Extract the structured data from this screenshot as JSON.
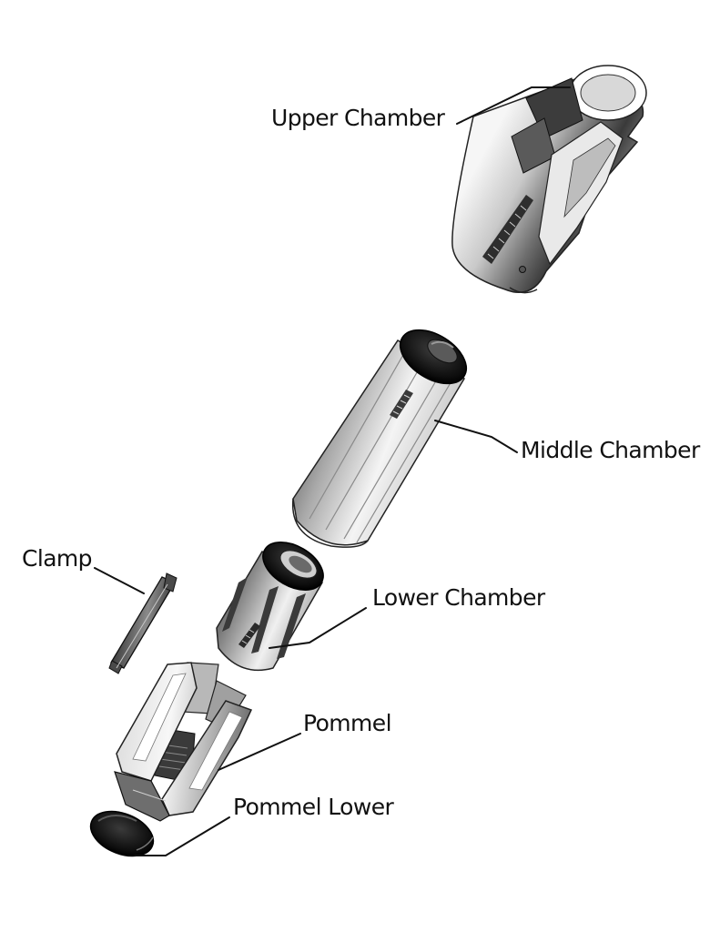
{
  "labels": {
    "upper_chamber": "Upper Chamber",
    "middle_chamber": "Middle Chamber",
    "clamp": "Clamp",
    "lower_chamber": "Lower Chamber",
    "pommel": "Pommel",
    "pommel_lower": "Pommel Lower"
  },
  "colors": {
    "background": "#ffffff",
    "text": "#111111",
    "leader_line": "#111111",
    "metal_dark": "#2a2a2a",
    "metal_light": "#f4f4f4"
  }
}
